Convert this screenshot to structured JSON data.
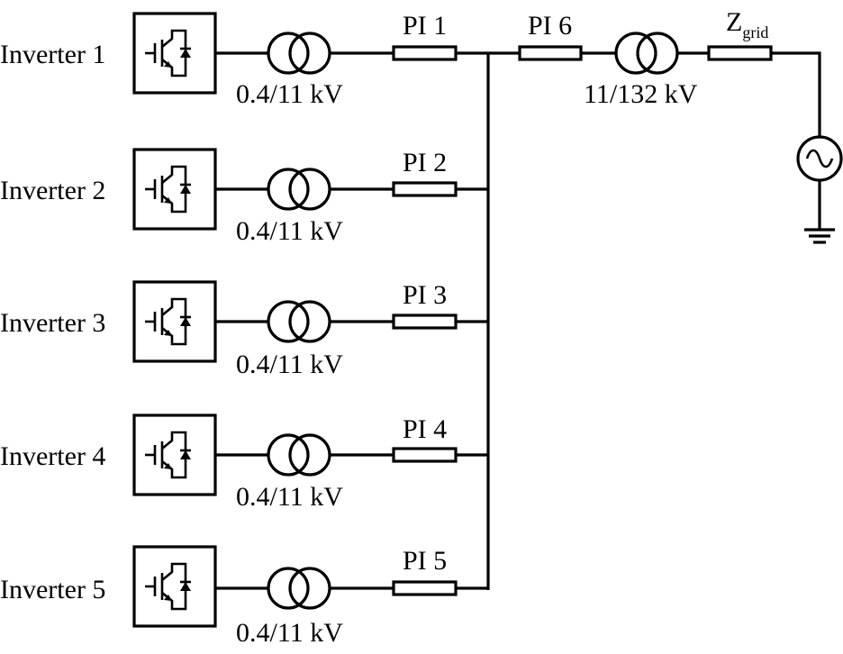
{
  "inverters": [
    {
      "label": "Inverter 1",
      "transformer": "0.4/11 kV",
      "line": "PI 1"
    },
    {
      "label": "Inverter 2",
      "transformer": "0.4/11 kV",
      "line": "PI 2"
    },
    {
      "label": "Inverter 3",
      "transformer": "0.4/11 kV",
      "line": "PI 3"
    },
    {
      "label": "Inverter 4",
      "transformer": "0.4/11 kV",
      "line": "PI 4"
    },
    {
      "label": "Inverter 5",
      "transformer": "0.4/11 kV",
      "line": "PI 5"
    }
  ],
  "feeder": {
    "line": "PI 6",
    "transformer": "11/132 kV"
  },
  "grid": {
    "impedance": "Z",
    "impedance_sub": "grid"
  },
  "icons": [
    "igbt-inverter-icon",
    "transformer-icon",
    "ac-source-icon",
    "ground-icon"
  ]
}
